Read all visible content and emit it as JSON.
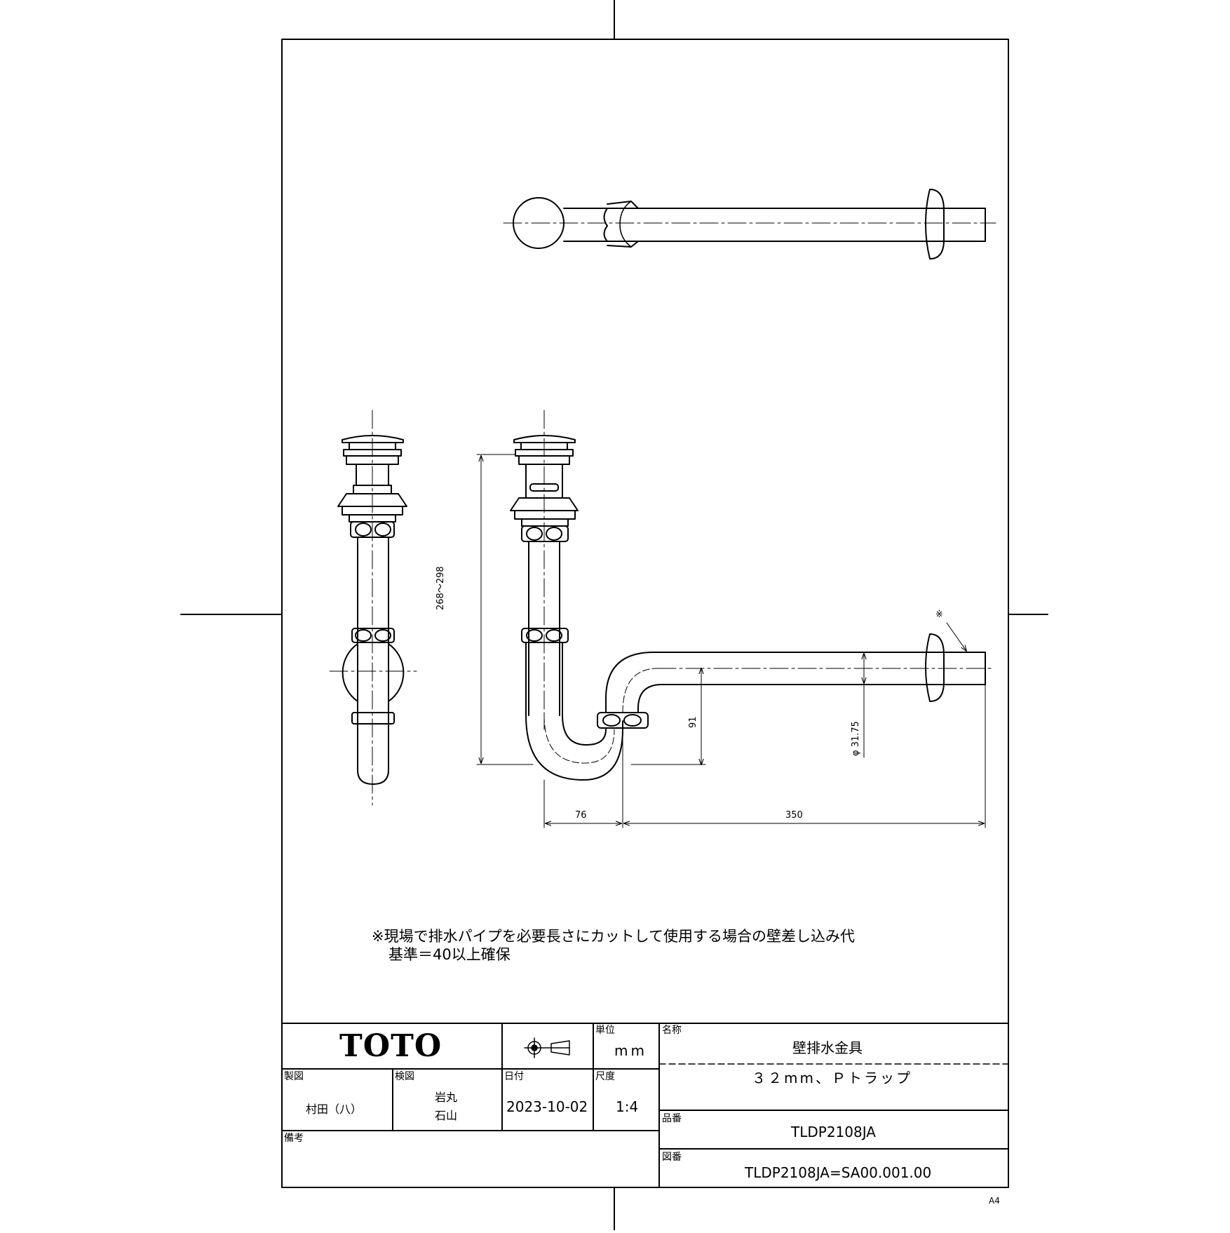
{
  "note": {
    "line1": "※現場で排水パイプを必要長さにカットして使用する場合の壁差し込み代",
    "line2": "基準＝40以上確保"
  },
  "dimensions": {
    "height": "268～298",
    "drop": "91",
    "diameter": "φ 31.75",
    "offset": "76",
    "length": "350",
    "mark": "※"
  },
  "title_block": {
    "logo": "TOTO",
    "projection_icon": "third-angle-projection-icon",
    "unit_label": "単位",
    "unit_value": "mm",
    "name_label": "名称",
    "name_value": "壁排水金具",
    "subtitle": "３２mm、Ｐトラップ",
    "drawn_label": "製図",
    "drawn_value": "村田（八）",
    "checked_label": "検図",
    "checked_value_1": "岩丸",
    "checked_value_2": "石山",
    "date_label": "日付",
    "date_value": "2023-10-02",
    "scale_label": "尺度",
    "scale_value": "1:4",
    "part_label": "品番",
    "part_value": "TLDP2108JA",
    "remarks_label": "備考",
    "drawing_no_label": "図番",
    "drawing_no_value": "TLDP2108JA=SA00.001.00"
  },
  "paper_size": "A4"
}
